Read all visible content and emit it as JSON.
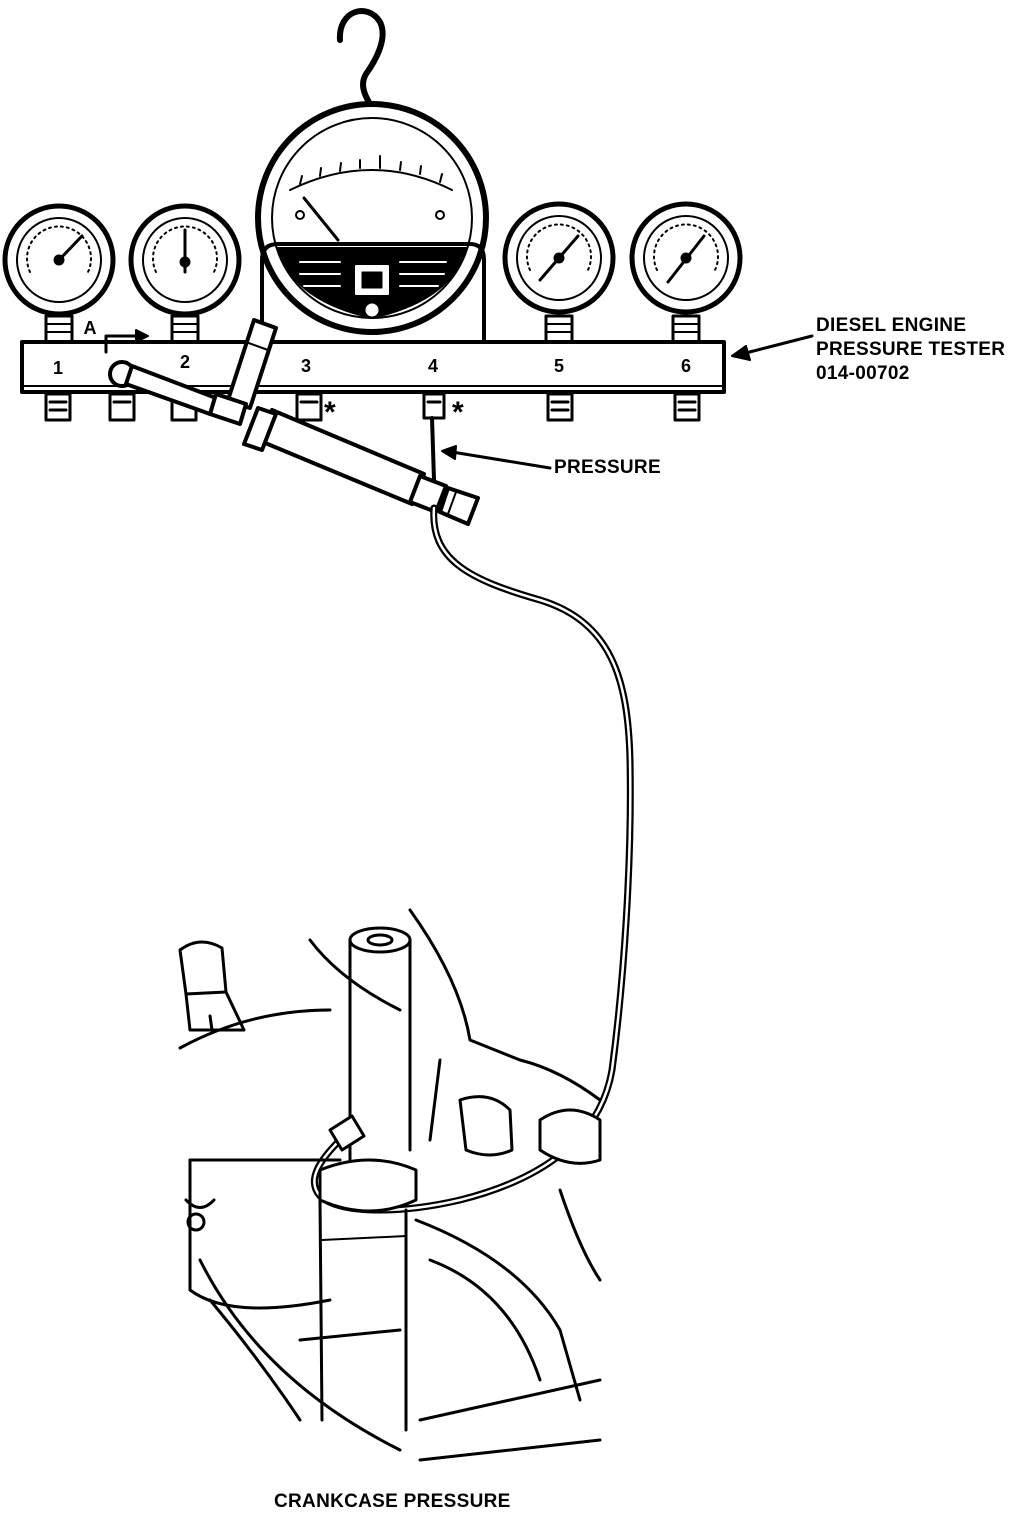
{
  "labels": {
    "tester_line1": "DIESEL ENGINE",
    "tester_line2": "PRESSURE TESTER",
    "tester_line3": "014-00702",
    "pressure": "PRESSURE",
    "caption": "CRANKCASE PRESSURE",
    "callout_a": "A",
    "asterisk": "*"
  },
  "manifold_ports": [
    "1",
    "2",
    "3",
    "4",
    "5",
    "6"
  ]
}
